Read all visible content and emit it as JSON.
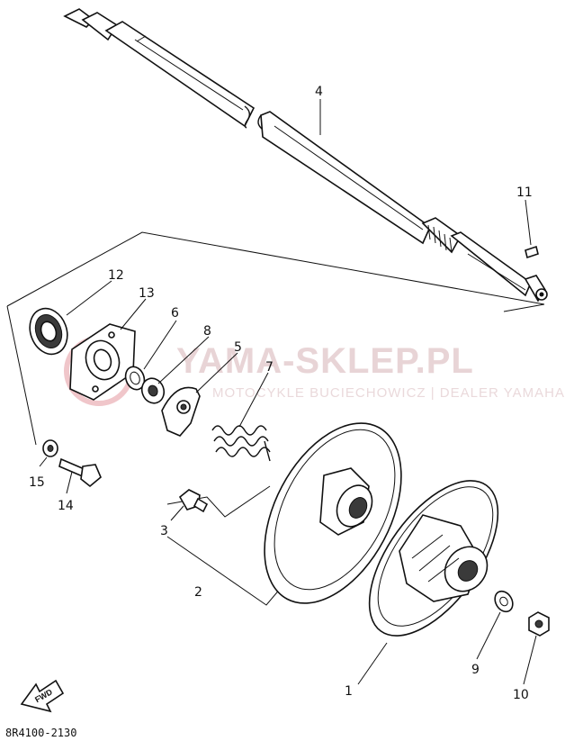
{
  "diagram": {
    "code": "8R4100-2130",
    "fwd_label": "FWD",
    "watermark": {
      "title": "YAMA-SKLEP.PL",
      "subtitle": "MOTOCYKLE BUCIECHOWICZ | DEALER YAMAHA"
    },
    "callouts": [
      "1",
      "2",
      "3",
      "4",
      "5",
      "6",
      "7",
      "8",
      "9",
      "10",
      "11",
      "12",
      "13",
      "14",
      "15"
    ]
  }
}
